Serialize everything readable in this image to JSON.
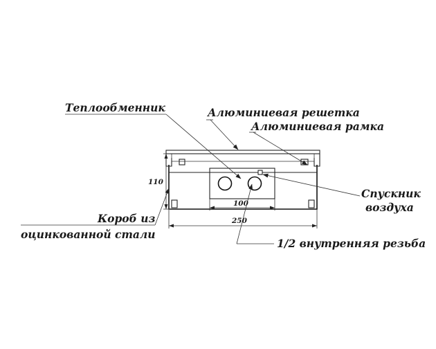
{
  "labels": {
    "heat_exchanger": "Теплообменник",
    "aluminium_grille": "Алюминиевая решетка",
    "aluminium_frame": "Алюминиевая рамка",
    "air_vent_line1": "Спускник",
    "air_vent_line2": "воздуха",
    "box_line1": "Короб из",
    "box_line2": "оцинкованной стали",
    "thread": "1/2 внутренняя резьба"
  },
  "dimensions": {
    "height": "110",
    "exchanger_width": "100",
    "total_width": "250"
  }
}
